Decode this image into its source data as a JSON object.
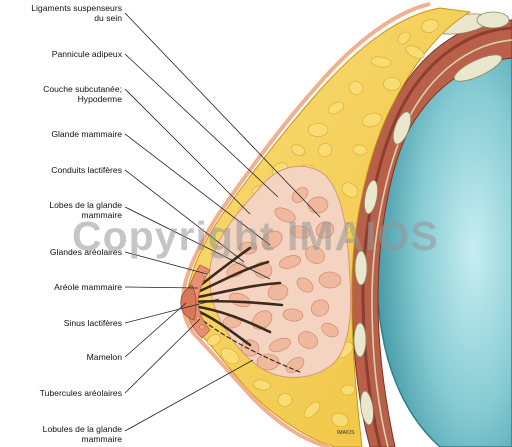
{
  "labels": [
    {
      "text": "Ligaments suspenseurs\ndu sein"
    },
    {
      "text": "Pannicule adipeux"
    },
    {
      "text": "Couche subcutanée;\nHypoderme"
    },
    {
      "text": "Glande mammaire"
    },
    {
      "text": "Conduits lactifères"
    },
    {
      "text": "Lobes de la glande\nmammaire"
    },
    {
      "text": "Glandes aréolaires"
    },
    {
      "text": "Aréole mammaire"
    },
    {
      "text": "Sinus lactifères"
    },
    {
      "text": "Mamelon"
    },
    {
      "text": "Tubercules aréolaires"
    },
    {
      "text": "Lobules de la glande\nmammaire"
    }
  ],
  "watermark": "Copyright IMAIOS",
  "corner_mark": "IMAIOS",
  "colors": {
    "fat": "#f3cb4a",
    "fat_light": "#f9de80",
    "gland": "#f1bfa2",
    "duct": "#3d2a1c",
    "muscle": "#a8503a",
    "rib": "#e8e4c8",
    "lung": "#7cc6cf",
    "areola": "#e58a6c"
  }
}
